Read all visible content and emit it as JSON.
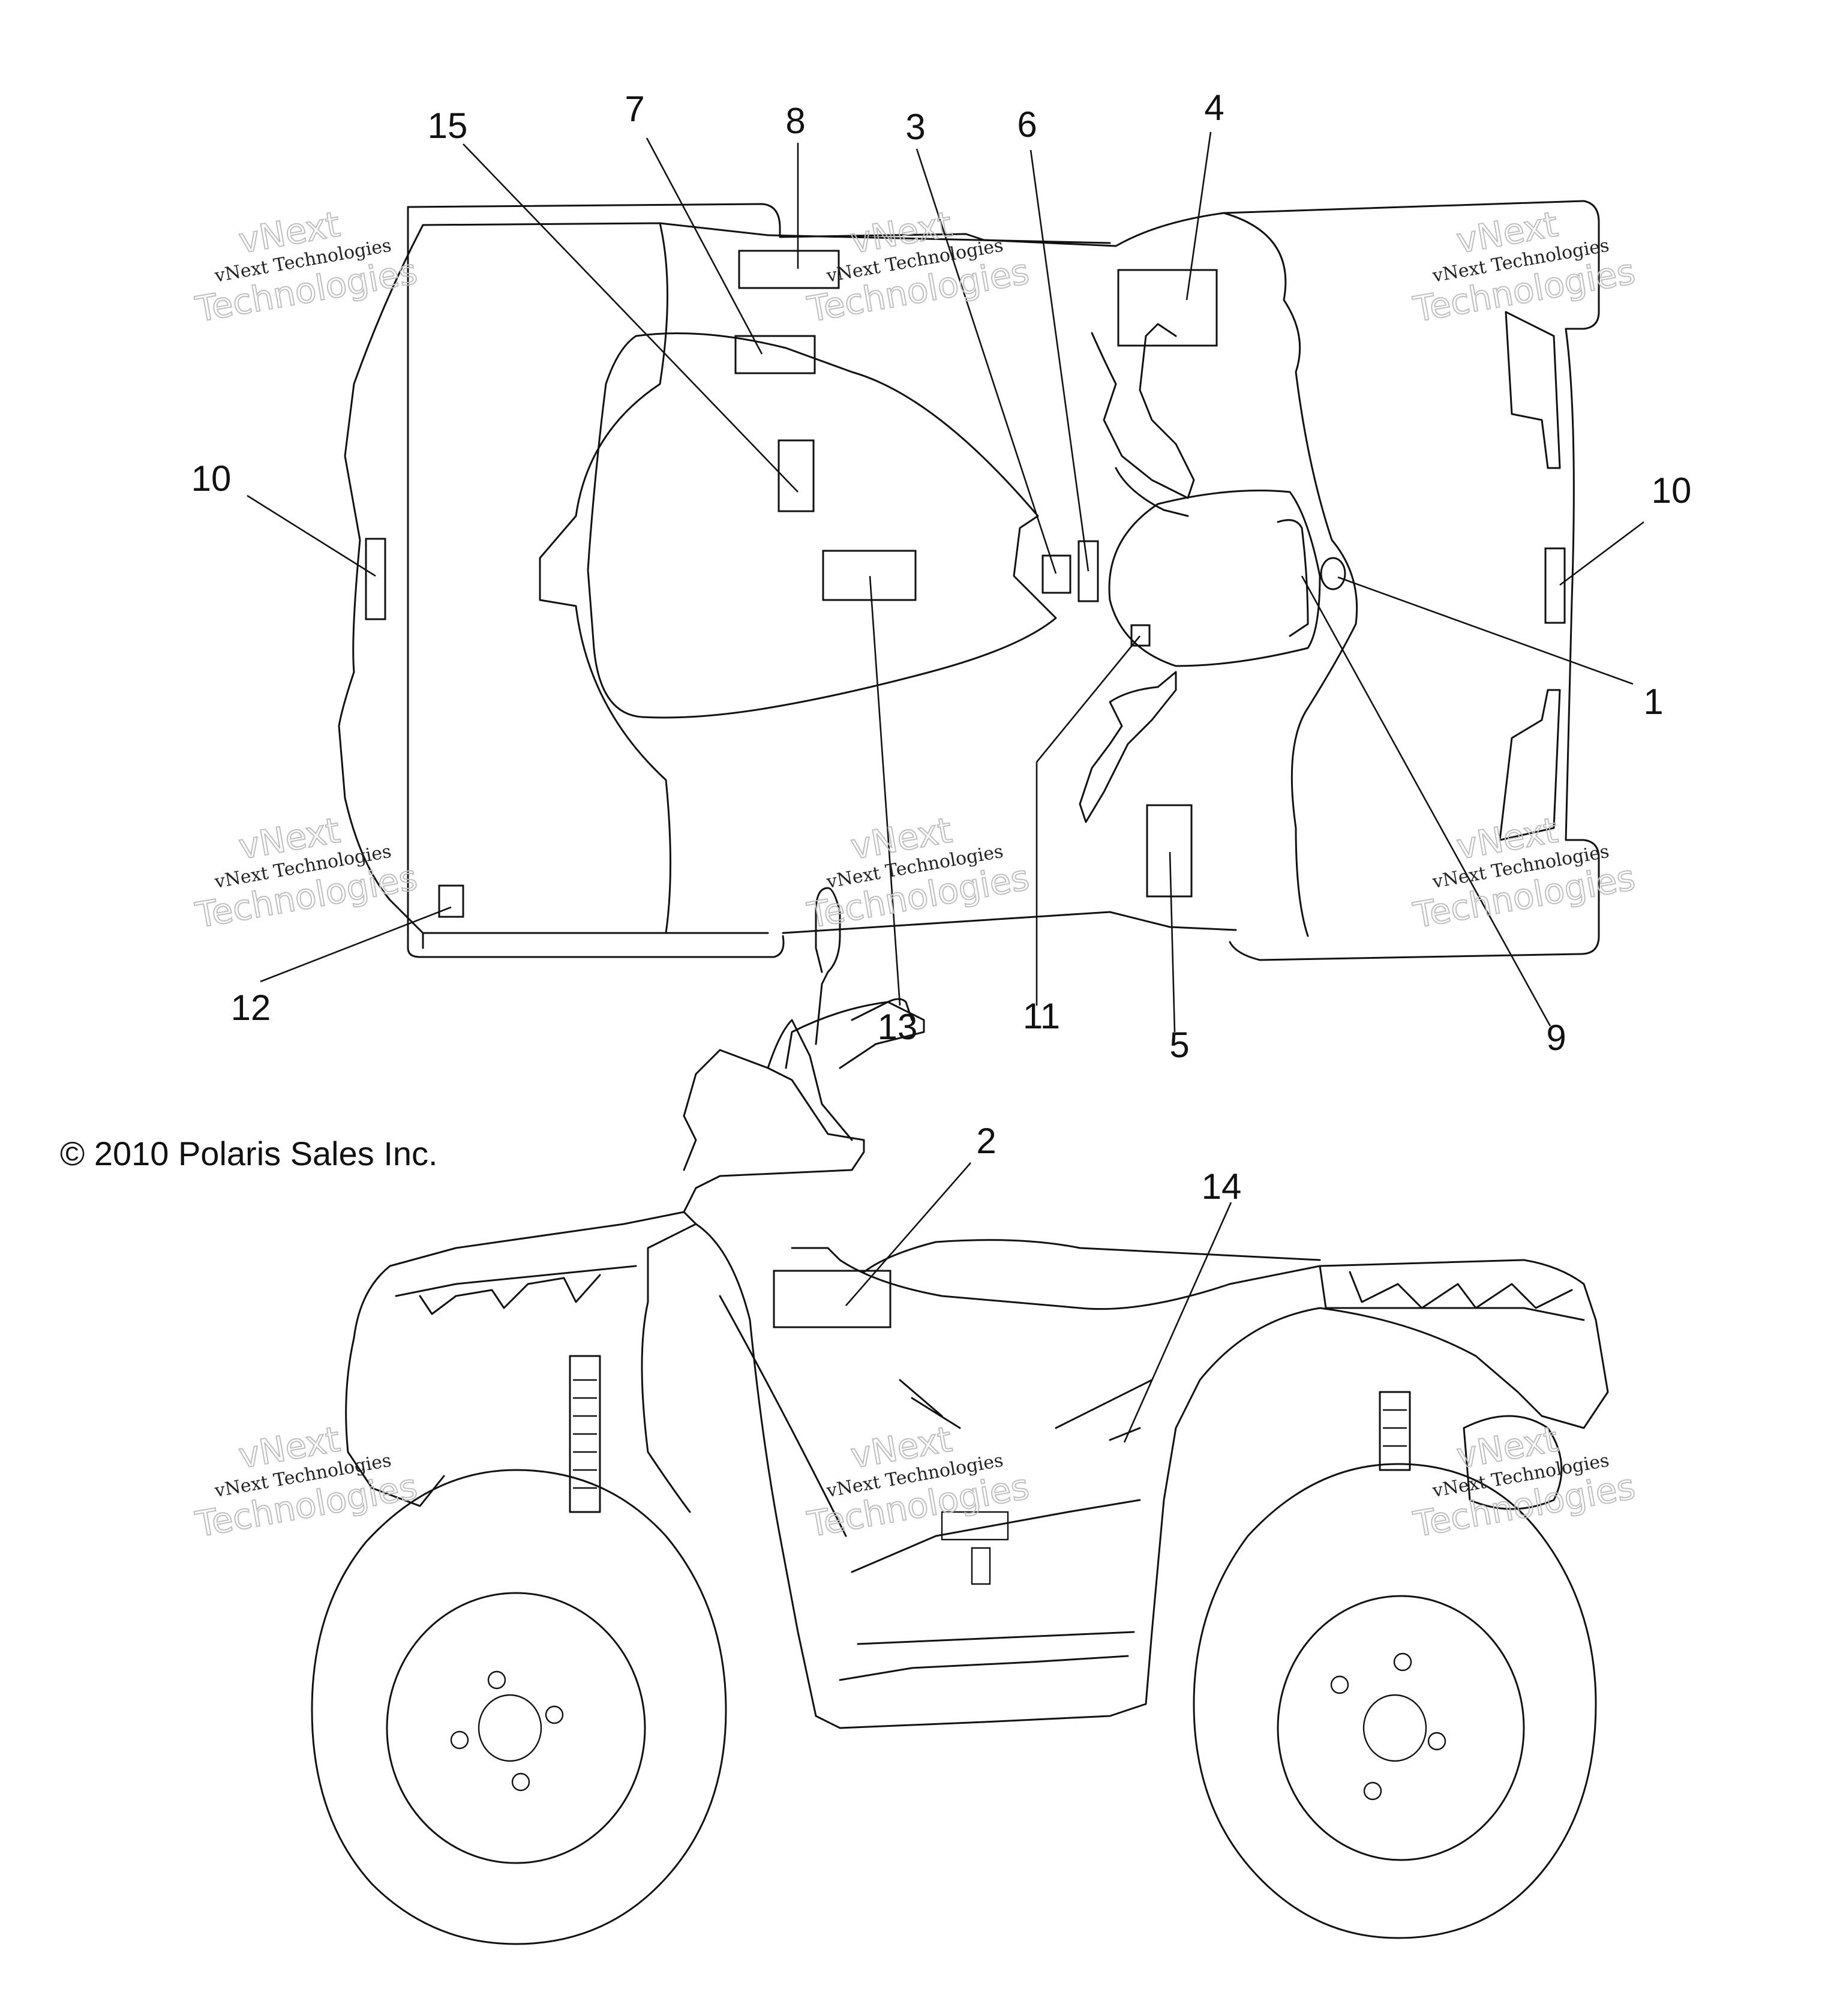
{
  "copyright": "© 2010 Polaris Sales Inc.",
  "watermark": {
    "small": "vNext Technologies",
    "big_top": "vNext",
    "big_bottom": "Technologies"
  },
  "callouts": [
    {
      "id": "c1",
      "label": "1"
    },
    {
      "id": "c2",
      "label": "2"
    },
    {
      "id": "c3",
      "label": "3"
    },
    {
      "id": "c4",
      "label": "4"
    },
    {
      "id": "c5",
      "label": "5"
    },
    {
      "id": "c6",
      "label": "6"
    },
    {
      "id": "c7",
      "label": "7"
    },
    {
      "id": "c8",
      "label": "8"
    },
    {
      "id": "c9",
      "label": "9"
    },
    {
      "id": "c10a",
      "label": "10"
    },
    {
      "id": "c10b",
      "label": "10"
    },
    {
      "id": "c11",
      "label": "11"
    },
    {
      "id": "c12",
      "label": "12"
    },
    {
      "id": "c13",
      "label": "13"
    },
    {
      "id": "c14",
      "label": "14"
    },
    {
      "id": "c15",
      "label": "15"
    }
  ]
}
